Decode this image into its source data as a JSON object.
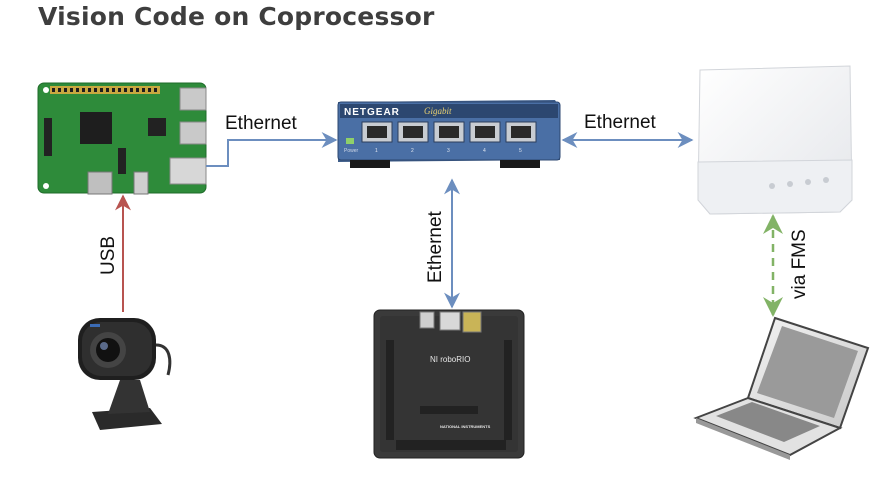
{
  "title": "Vision Code on Coprocessor",
  "labels": {
    "eth_pi_switch": "Ethernet",
    "eth_switch_ap": "Ethernet",
    "eth_switch_rio": "Ethernet",
    "usb": "USB",
    "via_fms": "via FMS"
  },
  "switch": {
    "brand": "NETGEAR",
    "model": "Gigabit",
    "ports": [
      "1",
      "2",
      "3",
      "4",
      "5"
    ],
    "power_label": "Power"
  },
  "roborio": {
    "name": "NI roboRIO",
    "vendor": "NATIONAL INSTRUMENTS"
  },
  "colors": {
    "ethernet": "#6c8ebf",
    "usb": "#b85450",
    "fms": "#82b366",
    "pi_board": "#2e8b3a",
    "rio_body": "#3a3a3a"
  },
  "icons": [
    "raspberry-pi-board",
    "network-switch",
    "wireless-access-point",
    "usb-webcam",
    "roborio-controller",
    "laptop"
  ]
}
